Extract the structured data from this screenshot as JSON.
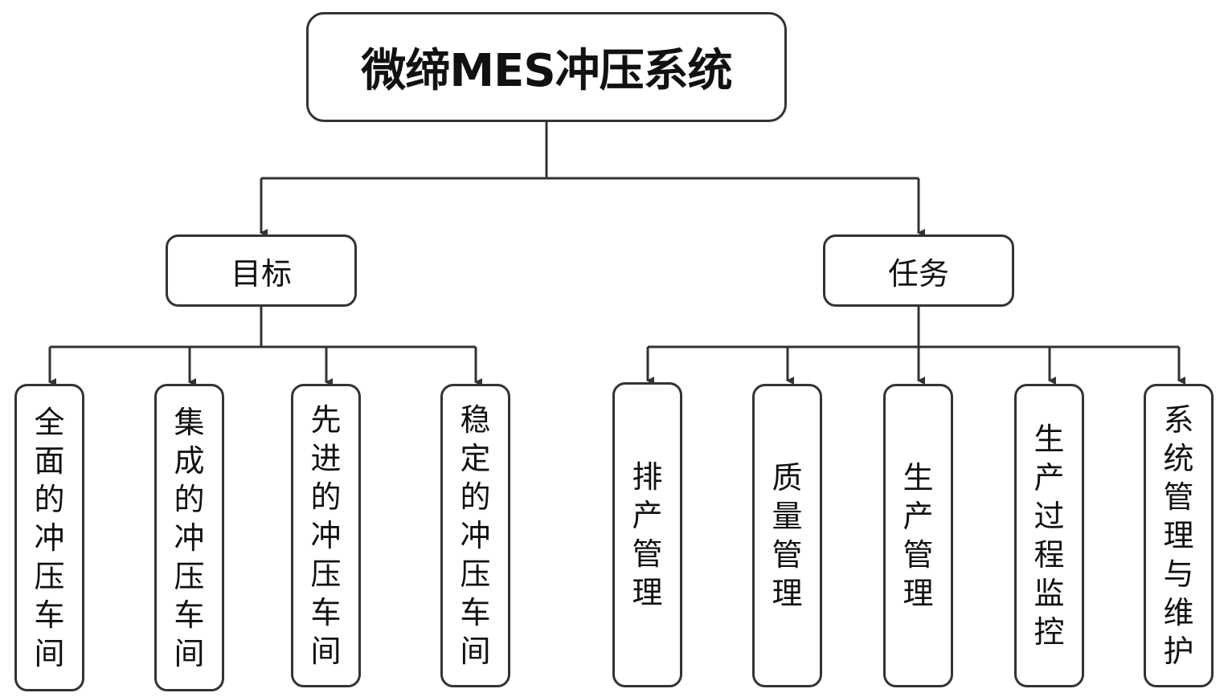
{
  "root": {
    "label": "微缔MES冲压系统"
  },
  "goals": {
    "label": "目标",
    "items": [
      {
        "label": "全面的冲压车间"
      },
      {
        "label": "集成的冲压车间"
      },
      {
        "label": "先进的冲压车间"
      },
      {
        "label": "稳定的冲压车间"
      }
    ]
  },
  "tasks": {
    "label": "任务",
    "items": [
      {
        "label": "排产管理"
      },
      {
        "label": "质量管理"
      },
      {
        "label": "生产管理"
      },
      {
        "label": "生产过程监控"
      },
      {
        "label": "系统管理与维护"
      }
    ]
  }
}
